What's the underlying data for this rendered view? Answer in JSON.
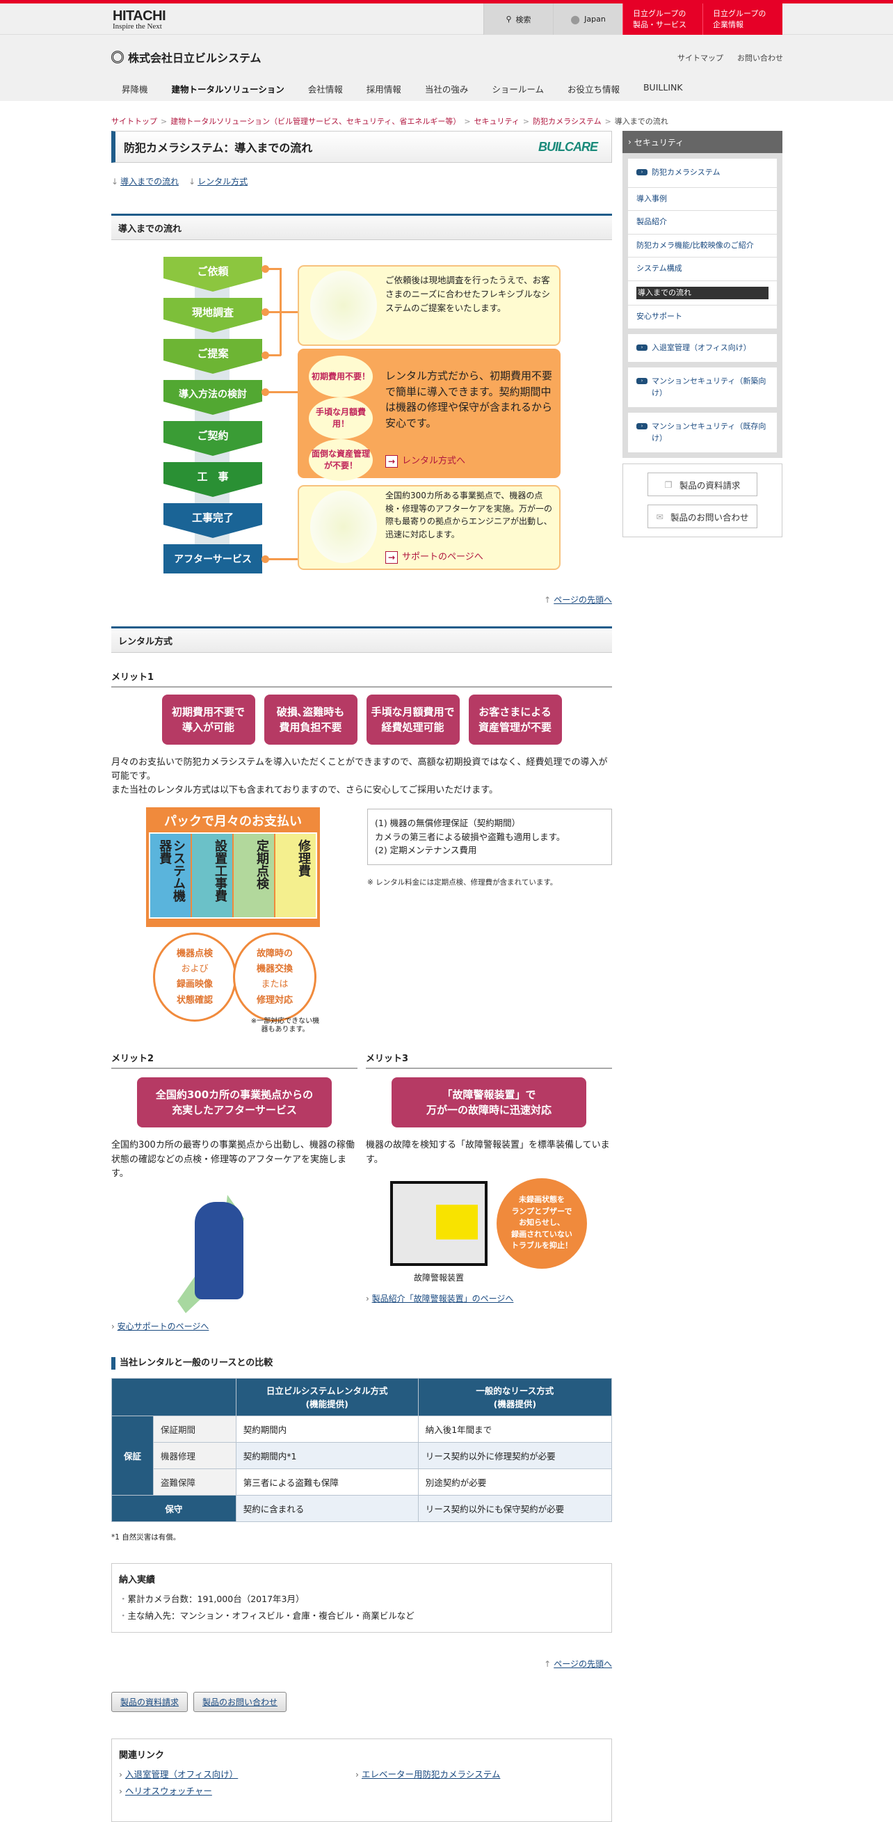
{
  "header": {
    "logo": "HITACHI",
    "tagline": "Inspire the Next",
    "search": "検索",
    "region": "Japan",
    "group_products": [
      "日立グループの",
      "製品・サービス"
    ],
    "group_corp": [
      "日立グループの",
      "企業情報"
    ],
    "company": "株式会社日立ビルシステム",
    "sitemap": "サイトマップ",
    "contact": "お問い合わせ"
  },
  "nav": [
    "昇降機",
    "建物トータルソリューション",
    "会社情報",
    "採用情報",
    "当社の強み",
    "ショールーム",
    "お役立ち情報",
    "BUILLINK"
  ],
  "breadcrumb": [
    "サイトトップ",
    "建物トータルソリューション（ビル管理サービス、セキュリティ、省エネルギー等）",
    "セキュリティ",
    "防犯カメラシステム",
    "導入までの流れ"
  ],
  "page": {
    "title": "防犯カメラシステム：導入までの流れ",
    "brand": "BUILCARE",
    "anchors": [
      "導入までの流れ",
      "レンタル方式"
    ],
    "to_top": "ページの先頭へ"
  },
  "flow": {
    "heading": "導入までの流れ",
    "steps": [
      "ご依頼",
      "現地調査",
      "ご提案",
      "導入方法の検討",
      "ご契約",
      "工　事",
      "工事完了",
      "アフターサービス"
    ],
    "box1": "ご依頼後は現地調査を行ったうえで、お客さまのニーズに合わせたフレキシブルなシステムのご提案をいたします。",
    "box2": "レンタル方式だから、初期費用不要で簡単に導入できます。契約期間中は機器の修理や保守が含まれるから安心です。",
    "box2_badges": [
      "初期費用不要！",
      "手頃な月額費用！",
      "面倒な資産管理が不要！"
    ],
    "box2_link": "レンタル方式へ",
    "box3": "全国約300カ所ある事業拠点で、機器の点検・修理等のアフターケアを実施。万が一の際も最寄りの拠点からエンジニアが出動し､迅速に対応します。",
    "box3_link": "サポートのページへ"
  },
  "rental": {
    "heading": "レンタル方式",
    "merit1": {
      "label": "メリット1",
      "boxes": [
        [
          "初期費用不要で",
          "導入が可能"
        ],
        [
          "破損､盗難時も",
          "費用負担不要"
        ],
        [
          "手頃な月額費用で",
          "経費処理可能"
        ],
        [
          "お客さまによる",
          "資産管理が不要"
        ]
      ],
      "text1": "月々のお支払いで防犯カメラシステムを導入いただくことができますので、高額な初期投資ではなく、経費処理での導入が可能です。",
      "text2": "また当社のレンタル方式は以下も含まれておりますので、さらに安心してご採用いただけます。",
      "pack_title": "パックで月々のお支払い",
      "pack_cols": [
        "システム機器費",
        "設置工事費",
        "定期点検",
        "修理費"
      ],
      "bubble1": [
        "機器点検",
        "および",
        "録画映像",
        "状態確認"
      ],
      "bubble2": [
        "故障時の",
        "機器交換",
        "または",
        "修理対応"
      ],
      "pack_note": "※一部対応できない機器もあります。",
      "list": [
        "(1) 機器の無償修理保証（契約期間）",
        "カメラの第三者による破損や盗難も適用します。",
        "(2) 定期メンテナンス費用"
      ],
      "note": "※ レンタル料金には定期点検、修理費が含まれています。"
    },
    "merit2": {
      "label": "メリット2",
      "box": [
        "全国約300カ所の事業拠点からの",
        "充実したアフターサービス"
      ],
      "text": "全国約300カ所の最寄りの事業拠点から出動し、機器の稼働状態の確認などの点検・修理等のアフターケアを実施します。",
      "link": "安心サポートのページへ"
    },
    "merit3": {
      "label": "メリット3",
      "box": [
        "「故障警報装置」で",
        "万が一の故障時に迅速対応"
      ],
      "text": "機器の故障を検知する「故障警報装置」を標準装備しています。",
      "bubble": [
        "未録画状態を",
        "ランプとブザーで",
        "お知らせし、",
        "録画されていない",
        "トラブルを抑止！"
      ],
      "caption": "故障警報装置",
      "link": "製品紹介「故障警報装置」のページへ"
    }
  },
  "compare": {
    "heading": "当社レンタルと一般のリースとの比較",
    "col1": [
      "日立ビルシステムレンタル方式",
      "(機能提供)"
    ],
    "col2": [
      "一般的なリース方式",
      "(機器提供)"
    ],
    "group": "保証",
    "rows": [
      {
        "label": "保証期間",
        "a": "契約期間内",
        "b": "納入後1年間まで"
      },
      {
        "label": "機器修理",
        "a": "契約期間内*1",
        "b": "リース契約以外に修理契約が必要"
      },
      {
        "label": "盗難保障",
        "a": "第三者による盗難も保障",
        "b": "別途契約が必要"
      }
    ],
    "maint": {
      "label": "保守",
      "a": "契約に含まれる",
      "b": "リース契約以外にも保守契約が必要"
    },
    "footnote": "*1  自然災害は有償。"
  },
  "results": {
    "heading": "納入実績",
    "items": [
      "累計カメラ台数：191,000台（2017年3月）",
      "主な納入先：マンション・オフィスビル・倉庫・複合ビル・商業ビルなど"
    ]
  },
  "buttons": [
    "製品の資料請求",
    "製品のお問い合わせ"
  ],
  "related": {
    "heading": "関連リンク",
    "links": [
      "入退室管理（オフィス向け）",
      "エレベーター用防犯カメラシステム",
      "ヘリオスウォッチャー"
    ]
  },
  "sidebar": {
    "heading": "セキュリティ",
    "group1": "防犯カメラシステム",
    "items": [
      "導入事例",
      "製品紹介",
      "防犯カメラ機能/比較映像のご紹介",
      "システム構成",
      "導入までの流れ",
      "安心サポート"
    ],
    "others": [
      "入退室管理（オフィス向け）",
      "マンションセキュリティ（新築向け）",
      "マンションセキュリティ（既存向け）"
    ],
    "btn1": "製品の資料請求",
    "btn2": "製品のお問い合わせ"
  }
}
